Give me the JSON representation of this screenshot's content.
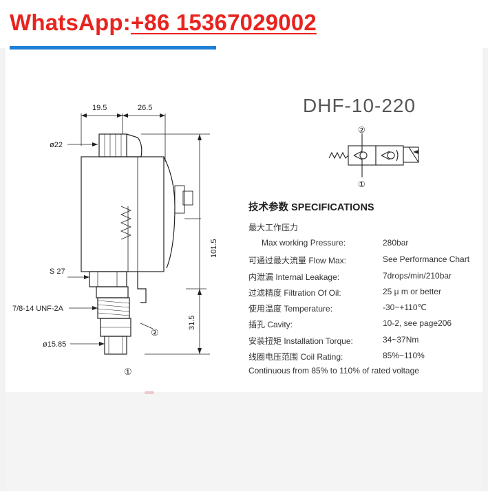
{
  "watermark": {
    "prefix": "WhatsApp:",
    "number": "+86 15367029002",
    "underline_color": "#1d7fd6",
    "text_color": "#e8231f"
  },
  "model": "DHF-10-220",
  "drawing": {
    "dim_top_left": "19.5",
    "dim_top_right": "26.5",
    "dim_diameter_top": "ø22",
    "dim_height_total": "101.5",
    "dim_height_lower": "31.5",
    "hex_size": "S 27",
    "thread": "7/8-14  UNF-2A",
    "dim_diameter_bottom": "ø15.85",
    "port_1": "①",
    "port_2": "②"
  },
  "symbol": {
    "port_top": "②",
    "port_bottom": "①"
  },
  "specifications": {
    "title": "技术参数 SPECIFICATIONS",
    "rows": [
      {
        "label": "最大工作压力",
        "value": ""
      },
      {
        "label": "Max working Pressure:",
        "value": "280bar"
      },
      {
        "label": "可通过最大流量 Flow Max:",
        "value": "See Performance Chart"
      },
      {
        "label": "内泄漏 Internal Leakage:",
        "value": "7drops/min/210bar"
      },
      {
        "label": "过滤精度 Filtration Of Oil:",
        "value": "25 μ m or better"
      },
      {
        "label": "使用温度 Temperature:",
        "value": "-30~+110℃"
      },
      {
        "label": "插孔 Cavity:",
        "value": "10-2, see page206"
      },
      {
        "label": "安装扭矩 Installation Torque:",
        "value": "34~37Nm"
      },
      {
        "label": "线圈电压范围 Coil Rating:",
        "value": "85%~110%"
      }
    ],
    "footer": "Continuous from 85% to 110% of rated voltage"
  }
}
